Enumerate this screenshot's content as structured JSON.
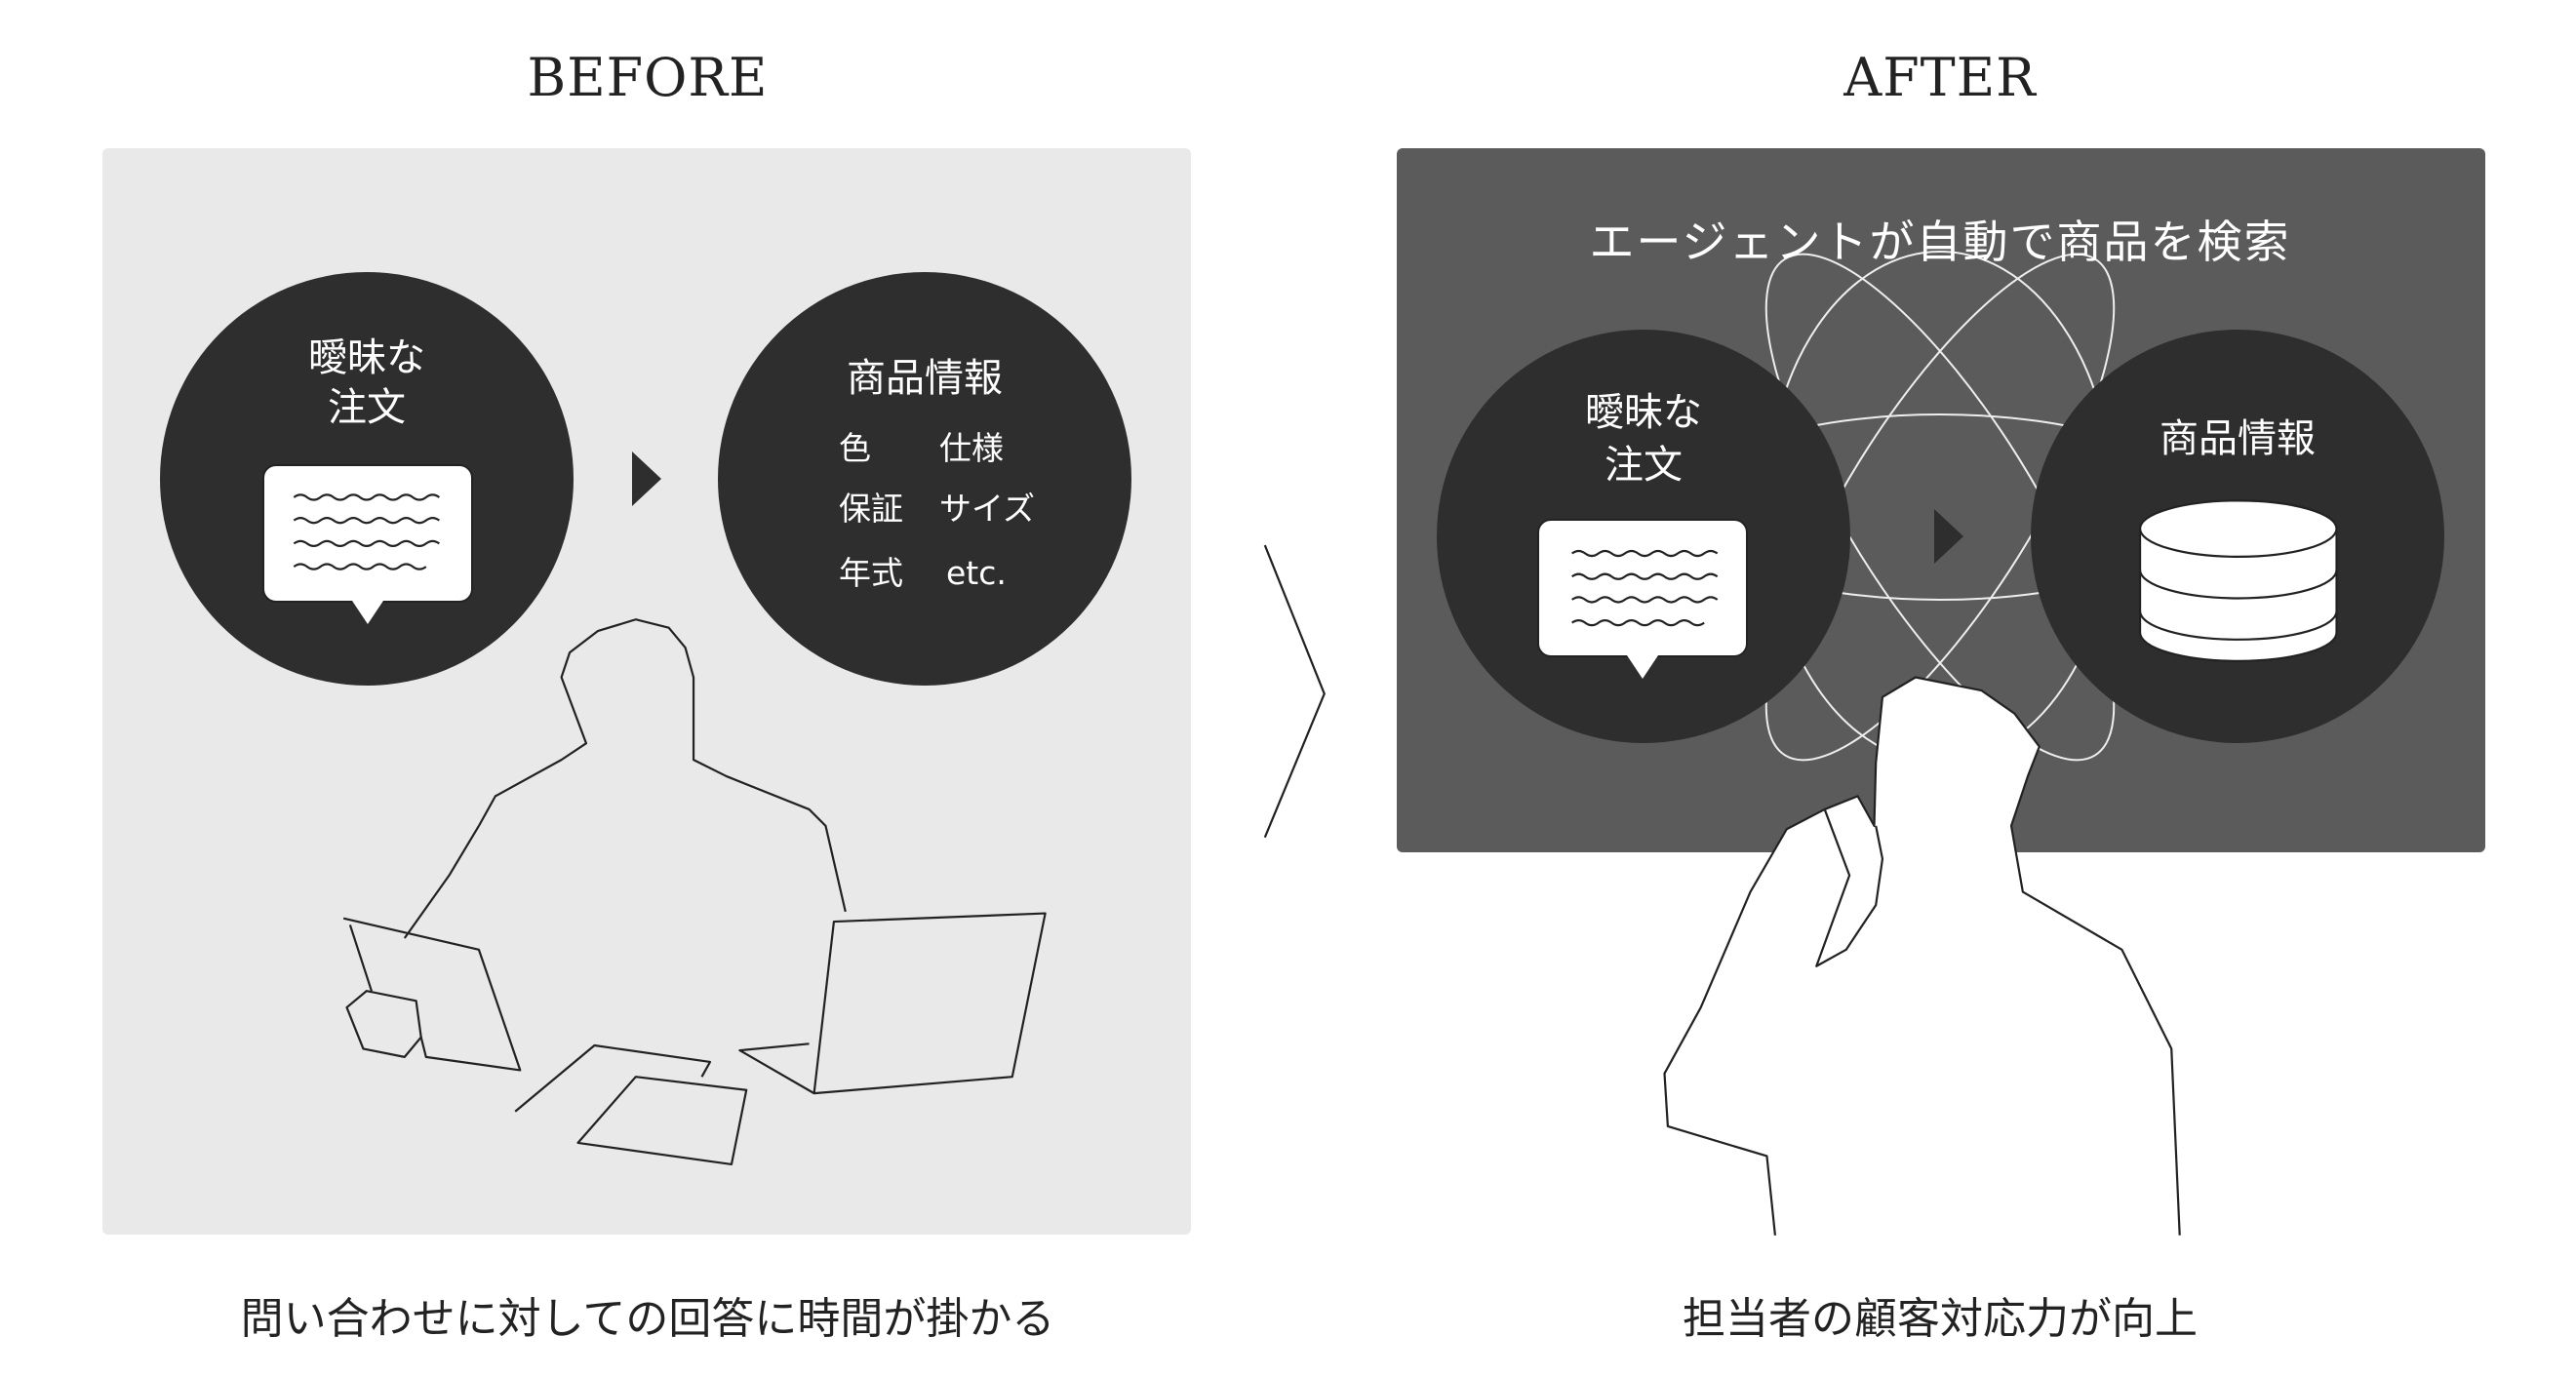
{
  "before": {
    "title": "BEFORE",
    "left_circle": {
      "line1": "曖昧な",
      "line2": "注文"
    },
    "right_circle": {
      "title": "商品情報",
      "items": [
        "色",
        "仕様",
        "保証",
        "サイズ",
        "年式",
        "etc."
      ]
    },
    "caption": "問い合わせに対しての回答に時間が掛かる"
  },
  "after": {
    "title": "AFTER",
    "heading": "エージェントが自動で商品を検索",
    "left_circle": {
      "line1": "曖昧な",
      "line2": "注文"
    },
    "right_circle": {
      "title": "商品情報"
    },
    "caption": "担当者の顧客対応力が向上"
  },
  "colors": {
    "before_panel": "#e9e9e9",
    "after_panel": "#5b5b5b",
    "circle": "#2e2e2e"
  }
}
